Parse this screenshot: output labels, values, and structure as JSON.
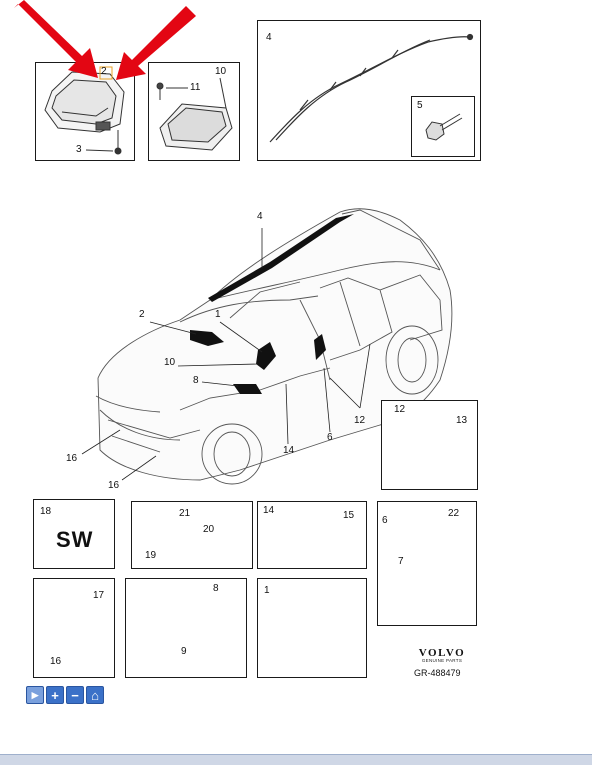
{
  "diagram": {
    "top_boxes": {
      "box_a": {
        "label_2": "2",
        "label_3": "3"
      },
      "box_b": {
        "label_10": "10",
        "label_11": "11"
      },
      "box_c": {
        "label_4": "4",
        "label_5": "5"
      }
    },
    "car_callouts": {
      "c4": "4",
      "c2": "2",
      "c1": "1",
      "c10": "10",
      "c8": "8",
      "c16a": "16",
      "c16b": "16",
      "c14": "14",
      "c6": "6",
      "c12": "12"
    },
    "detail_boxes": {
      "box_12_13": {
        "l12": "12",
        "l13": "13"
      },
      "box_sw": {
        "l18": "18",
        "sw_text": "SW"
      },
      "box_19_21": {
        "l21": "21",
        "l20": "20",
        "l19": "19"
      },
      "box_14_15": {
        "l14": "14",
        "l15": "15"
      },
      "box_6_7_22": {
        "l6": "6",
        "l22": "22",
        "l7": "7"
      },
      "box_16_17": {
        "l17": "17",
        "l16": "16"
      },
      "box_8_9": {
        "l8": "8",
        "l9": "9"
      },
      "box_1": {
        "l1": "1"
      }
    },
    "brand": {
      "name": "VOLVO",
      "sub": "GENUINE PARTS",
      "ref": "GR-488479"
    },
    "arrow_color": "#e30613"
  },
  "toolbar": {
    "buttons": [
      {
        "icon": "pointer-icon",
        "glyph": "▸"
      },
      {
        "icon": "zoom-in-icon",
        "glyph": "+"
      },
      {
        "icon": "zoom-out-icon",
        "glyph": "−"
      },
      {
        "icon": "home-icon",
        "glyph": "⌂"
      }
    ]
  }
}
